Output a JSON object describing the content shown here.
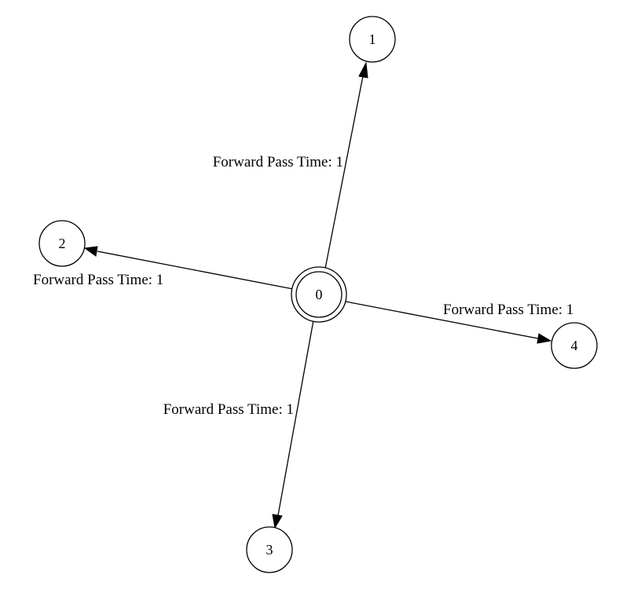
{
  "graph": {
    "nodes": [
      {
        "id": "0",
        "label": "0",
        "accepting": true
      },
      {
        "id": "1",
        "label": "1",
        "accepting": false
      },
      {
        "id": "2",
        "label": "2",
        "accepting": false
      },
      {
        "id": "3",
        "label": "3",
        "accepting": false
      },
      {
        "id": "4",
        "label": "4",
        "accepting": false
      }
    ],
    "edges": [
      {
        "from": "0",
        "to": "1",
        "label": "Forward Pass Time: 1"
      },
      {
        "from": "0",
        "to": "2",
        "label": "Forward Pass Time: 1"
      },
      {
        "from": "0",
        "to": "3",
        "label": "Forward Pass Time: 1"
      },
      {
        "from": "0",
        "to": "4",
        "label": "Forward Pass Time: 1"
      }
    ]
  }
}
